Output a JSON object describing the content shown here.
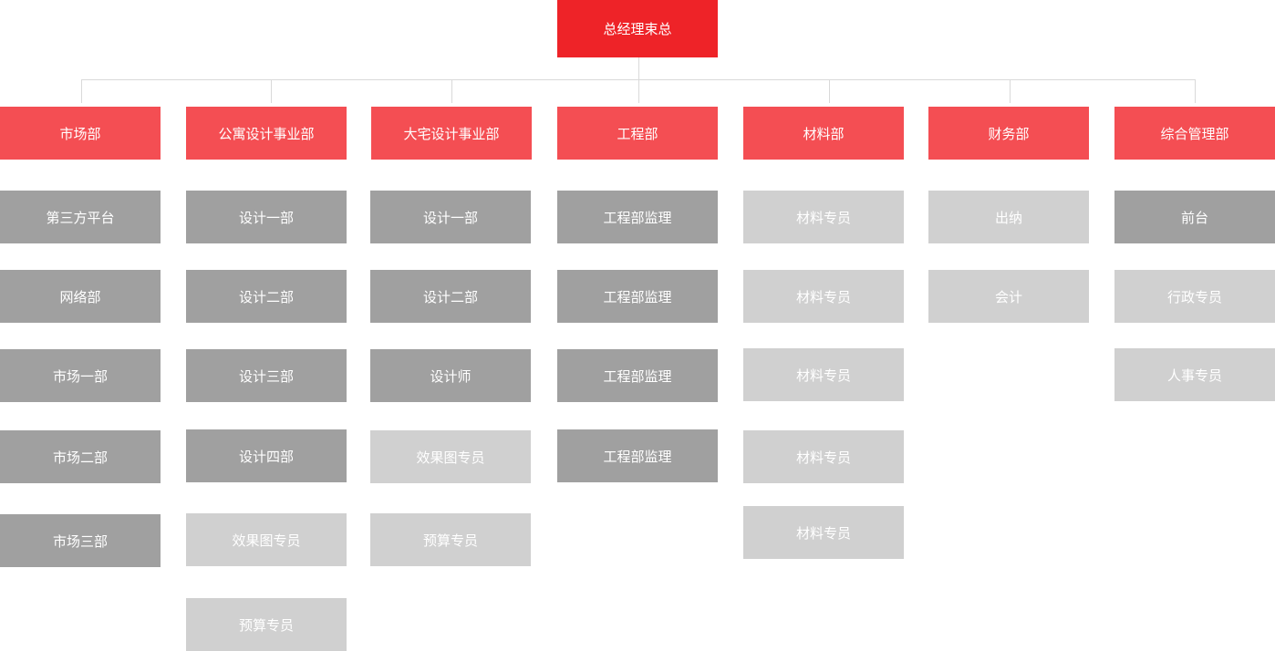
{
  "top": {
    "label": "总经理束总"
  },
  "columns": [
    {
      "label": "市场部",
      "items": [
        {
          "label": "第三方平台",
          "tone": "dark"
        },
        {
          "label": "网络部",
          "tone": "dark"
        },
        {
          "label": "市场一部",
          "tone": "dark"
        },
        {
          "label": "市场二部",
          "tone": "dark"
        },
        {
          "label": "市场三部",
          "tone": "dark"
        }
      ]
    },
    {
      "label": "公寓设计事业部",
      "items": [
        {
          "label": "设计一部",
          "tone": "dark"
        },
        {
          "label": "设计二部",
          "tone": "dark"
        },
        {
          "label": "设计三部",
          "tone": "dark"
        },
        {
          "label": "设计四部",
          "tone": "dark"
        },
        {
          "label": "效果图专员",
          "tone": "light"
        },
        {
          "label": "预算专员",
          "tone": "light"
        }
      ]
    },
    {
      "label": "大宅设计事业部",
      "items": [
        {
          "label": "设计一部",
          "tone": "dark"
        },
        {
          "label": "设计二部",
          "tone": "dark"
        },
        {
          "label": "设计师",
          "tone": "dark"
        },
        {
          "label": "效果图专员",
          "tone": "light"
        },
        {
          "label": "预算专员",
          "tone": "light"
        }
      ]
    },
    {
      "label": "工程部",
      "items": [
        {
          "label": "工程部监理",
          "tone": "dark"
        },
        {
          "label": "工程部监理",
          "tone": "dark"
        },
        {
          "label": "工程部监理",
          "tone": "dark"
        },
        {
          "label": "工程部监理",
          "tone": "dark"
        }
      ]
    },
    {
      "label": "材料部",
      "items": [
        {
          "label": "材料专员",
          "tone": "light"
        },
        {
          "label": "材料专员",
          "tone": "light"
        },
        {
          "label": "材料专员",
          "tone": "light"
        },
        {
          "label": "材料专员",
          "tone": "light"
        },
        {
          "label": "材料专员",
          "tone": "light"
        }
      ]
    },
    {
      "label": "财务部",
      "items": [
        {
          "label": "出纳",
          "tone": "light"
        },
        {
          "label": "会计",
          "tone": "light"
        }
      ]
    },
    {
      "label": "综合管理部",
      "items": [
        {
          "label": "前台",
          "tone": "dark"
        },
        {
          "label": "行政专员",
          "tone": "light"
        },
        {
          "label": "人事专员",
          "tone": "light"
        }
      ]
    }
  ]
}
